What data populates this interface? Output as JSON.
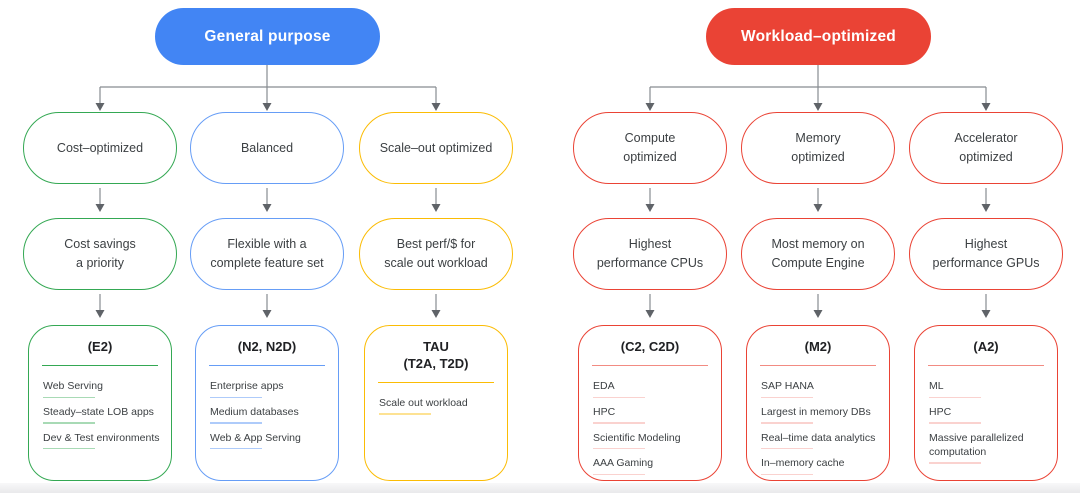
{
  "colors": {
    "header_blue": "#4285F4",
    "header_red": "#EA4335",
    "green_main": "#34A853",
    "green_light": "#A8DAB5",
    "blue_main": "#669DF6",
    "blue_light": "#AECBFA",
    "yellow_main": "#FBBC04",
    "yellow_light": "#FDE293",
    "red_main": "#EA4335",
    "red_title_line": "#F28B82",
    "red_light": "#FAD2CF",
    "connector_line": "#878C91",
    "connector_arrow": "#5F6368",
    "text_dark": "#3C4043"
  },
  "trees": [
    {
      "header": "General purpose",
      "columns": [
        {
          "category": {
            "lines": [
              "Cost–optimized"
            ]
          },
          "benefit": {
            "lines": [
              "Cost savings",
              "a priority"
            ]
          },
          "machine": {
            "title_lines": [
              "(E2)"
            ],
            "items": [
              "Web Serving",
              "Steady–state LOB apps",
              "Dev & Test environments"
            ]
          }
        },
        {
          "category": {
            "lines": [
              "Balanced"
            ]
          },
          "benefit": {
            "lines": [
              "Flexible with a",
              "complete feature set"
            ]
          },
          "machine": {
            "title_lines": [
              "(N2, N2D)"
            ],
            "items": [
              "Enterprise apps",
              "Medium databases",
              "Web & App Serving"
            ]
          }
        },
        {
          "category": {
            "lines": [
              "Scale–out optimized"
            ]
          },
          "benefit": {
            "lines": [
              "Best perf/$ for",
              "scale out workload"
            ]
          },
          "machine": {
            "title_lines": [
              "TAU",
              "(T2A, T2D)"
            ],
            "items": [
              "Scale out workload"
            ]
          }
        }
      ]
    },
    {
      "header": "Workload–optimized",
      "columns": [
        {
          "category": {
            "lines": [
              "Compute",
              "optimized"
            ]
          },
          "benefit": {
            "lines": [
              "Highest",
              "performance CPUs"
            ]
          },
          "machine": {
            "title_lines": [
              "(C2, C2D)"
            ],
            "items": [
              "EDA",
              "HPC",
              "Scientific Modeling",
              "AAA Gaming"
            ]
          }
        },
        {
          "category": {
            "lines": [
              "Memory",
              "optimized"
            ]
          },
          "benefit": {
            "lines": [
              "Most memory on",
              "Compute Engine"
            ]
          },
          "machine": {
            "title_lines": [
              "(M2)"
            ],
            "items": [
              "SAP HANA",
              "Largest in memory DBs",
              "Real–time data analytics",
              "In–memory cache"
            ]
          }
        },
        {
          "category": {
            "lines": [
              "Accelerator",
              "optimized"
            ]
          },
          "benefit": {
            "lines": [
              "Highest",
              "performance GPUs"
            ]
          },
          "machine": {
            "title_lines": [
              "(A2)"
            ],
            "items": [
              "ML",
              "HPC",
              "Massive parallelized computation"
            ]
          }
        }
      ]
    }
  ]
}
